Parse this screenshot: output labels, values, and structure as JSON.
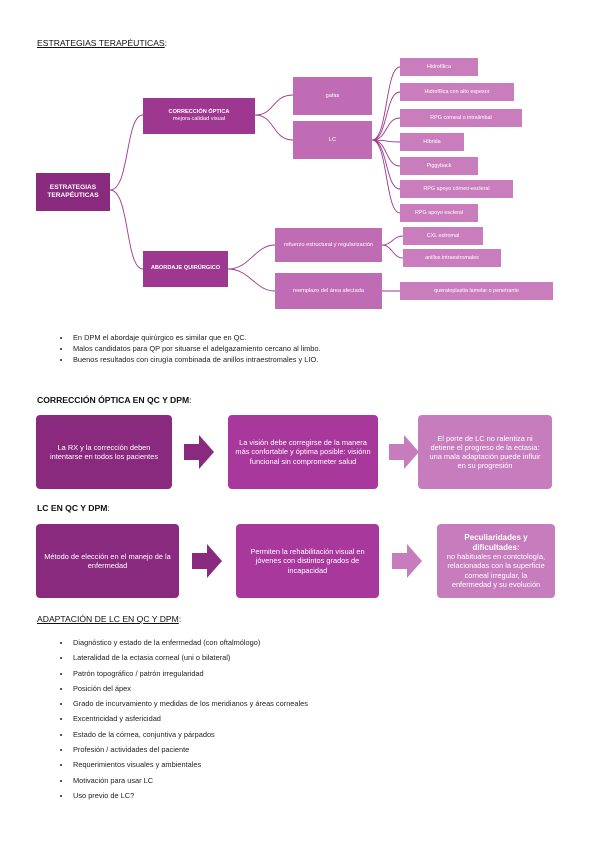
{
  "sections": {
    "strategies_heading": "ESTRATEGIAS TERAPÉUTICAS",
    "strategies_heading_colon": ":",
    "optical_heading": "CORRECCIÓN ÓPTICA EN QC Y DPM",
    "optical_heading_colon": ":",
    "lc_heading": "LC EN QC Y DPM",
    "lc_heading_colon": ":",
    "adaptation_heading": "ADAPTACIÓN DE LC EN QC Y DPM",
    "adaptation_heading_colon": ":"
  },
  "mindmap": {
    "root": "ESTRATEGIAS TERAPÉUTICAS",
    "optical": {
      "title": "CORRECCIÓN ÓPTICA",
      "subtitle": "mejora calidad visual"
    },
    "surgical": {
      "title": "ABORDAJE QUIRÚRGICO"
    },
    "gafas": "gafas",
    "lc": "LC",
    "lc_types": [
      "Hidrofílica",
      "Hidrofílica con alto espesor",
      "RPG corneal o intralimbal",
      "Híbrida",
      "Piggyback",
      "RPG apoyo córneo-escleral",
      "RPG apoyo escleral"
    ],
    "refuerzo": "refuerzo estructural y regularización",
    "reemplazo": "reemplazo del área afectada",
    "refuerzo_items": [
      "CXL estromal",
      "anillos intraestromales"
    ],
    "reemplazo_items": [
      "queratoplastia lamelar o penetrante"
    ]
  },
  "bullets_1": [
    "En DPM el abordaje quirúrgico es similar que en QC.",
    "Malos candidatos para QP por situarse el adelgazamiento cercano al limbo.",
    "Buenos resultados con cirugía combinada de anillos intraestromales y LIO."
  ],
  "optical_flow": [
    "La RX y la corrección deben intentarse en todos los pacientes",
    "La visión debe corregirse de la manera más confortable y óptima posible: visiónn funcional sin comprometer salud",
    "El porte de LC no ralentiza ni detiene el progreso de la ectasia: una mala adaptación puede influir en su progresión"
  ],
  "lc_flow": {
    "box1": "Método de elección en el manejo de la enfermedad",
    "box2": "Permiten la rehabilitación visual en jóvenes con distintos grados de incapacidad",
    "box3_title": "Peculiaridades y dificultades:",
    "box3_text": "no habituales en contctología, relacionadas con la superficie corneal irregular, la enfermedad y su evolución"
  },
  "bullets_2": [
    "Diagnóstico y estado de la enfermedad (con oftalmólogo)",
    "Lateralidad de la ectasia corneal (uni o bilateral)",
    "Patrón topográfico / patrón irregularidad",
    "Posición del ápex",
    "Grado de incurvamiento y medidas de los meridianos y áreas corneales",
    "Excentricidad y asfericidad",
    "Estado de la córnea, conjuntiva y párpados",
    "Profesión / actividades del paciente",
    "Requerimientos visuales y ambientales",
    "Motivación para usar LC",
    "Uso previo de LC?"
  ],
  "colors": {
    "dark": "#8a2a7e",
    "medium": "#a8389b",
    "light": "#c77dbd",
    "lighter": "#d39bca"
  }
}
